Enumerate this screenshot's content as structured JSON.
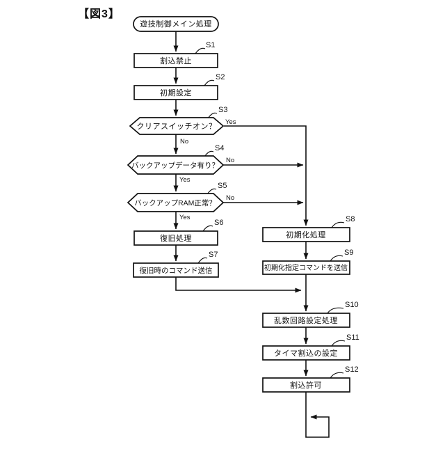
{
  "figure_label": "【図3】",
  "flowchart": {
    "start_label": "遊技制御メイン処理",
    "branch": {
      "yes": "Yes",
      "no": "No"
    },
    "steps": {
      "s1": {
        "id": "S1",
        "type": "process",
        "label": "割込禁止"
      },
      "s2": {
        "id": "S2",
        "type": "process",
        "label": "初期設定"
      },
      "s3": {
        "id": "S3",
        "type": "decision",
        "label": "クリアスイッチオン？"
      },
      "s4": {
        "id": "S4",
        "type": "decision",
        "label": "バックアップデータ有り？"
      },
      "s5": {
        "id": "S5",
        "type": "decision",
        "label": "バックアップRAM正常？"
      },
      "s6": {
        "id": "S6",
        "type": "process",
        "label": "復旧処理"
      },
      "s7": {
        "id": "S7",
        "type": "process",
        "label": "復旧時のコマンド送信"
      },
      "s8": {
        "id": "S8",
        "type": "process",
        "label": "初期化処理"
      },
      "s9": {
        "id": "S9",
        "type": "process",
        "label": "初期化指定コマンドを送信"
      },
      "s10": {
        "id": "S10",
        "type": "process",
        "label": "乱数回路設定処理"
      },
      "s11": {
        "id": "S11",
        "type": "process",
        "label": "タイマ割込の設定"
      },
      "s12": {
        "id": "S12",
        "type": "process",
        "label": "割込許可"
      }
    }
  },
  "colors": {
    "ink": "#111111",
    "background": "#ffffff"
  }
}
